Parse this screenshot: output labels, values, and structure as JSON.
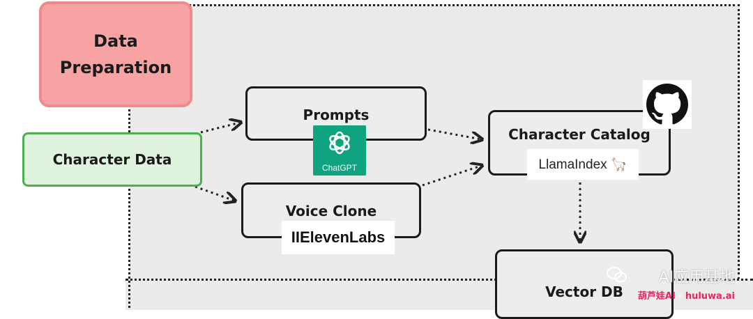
{
  "nodes": {
    "data_preparation": "Data\nPreparation",
    "character_data": "Character Data",
    "prompts": "Prompts",
    "voice_clone": "Voice Clone",
    "character_catalog": "Character Catalog",
    "vector_db": "Vector DB"
  },
  "logos": {
    "chatgpt": "ChatGPT",
    "elevenlabs": "IIElevenLabs",
    "llamaindex": "LlamaIndex 🦙",
    "github": "github-icon"
  },
  "watermark": {
    "line1": "AI应用基地",
    "line2_left": "葫芦娃AI",
    "line2_sep": " · ",
    "line2_right": "huluwa.ai"
  },
  "colors": {
    "data_prep_fill": "#f7a3a3",
    "character_data_fill": "#dff3df",
    "character_data_border": "#4caf50",
    "chatgpt_green": "#10a37f",
    "panel_gray": "#ebebeb"
  }
}
